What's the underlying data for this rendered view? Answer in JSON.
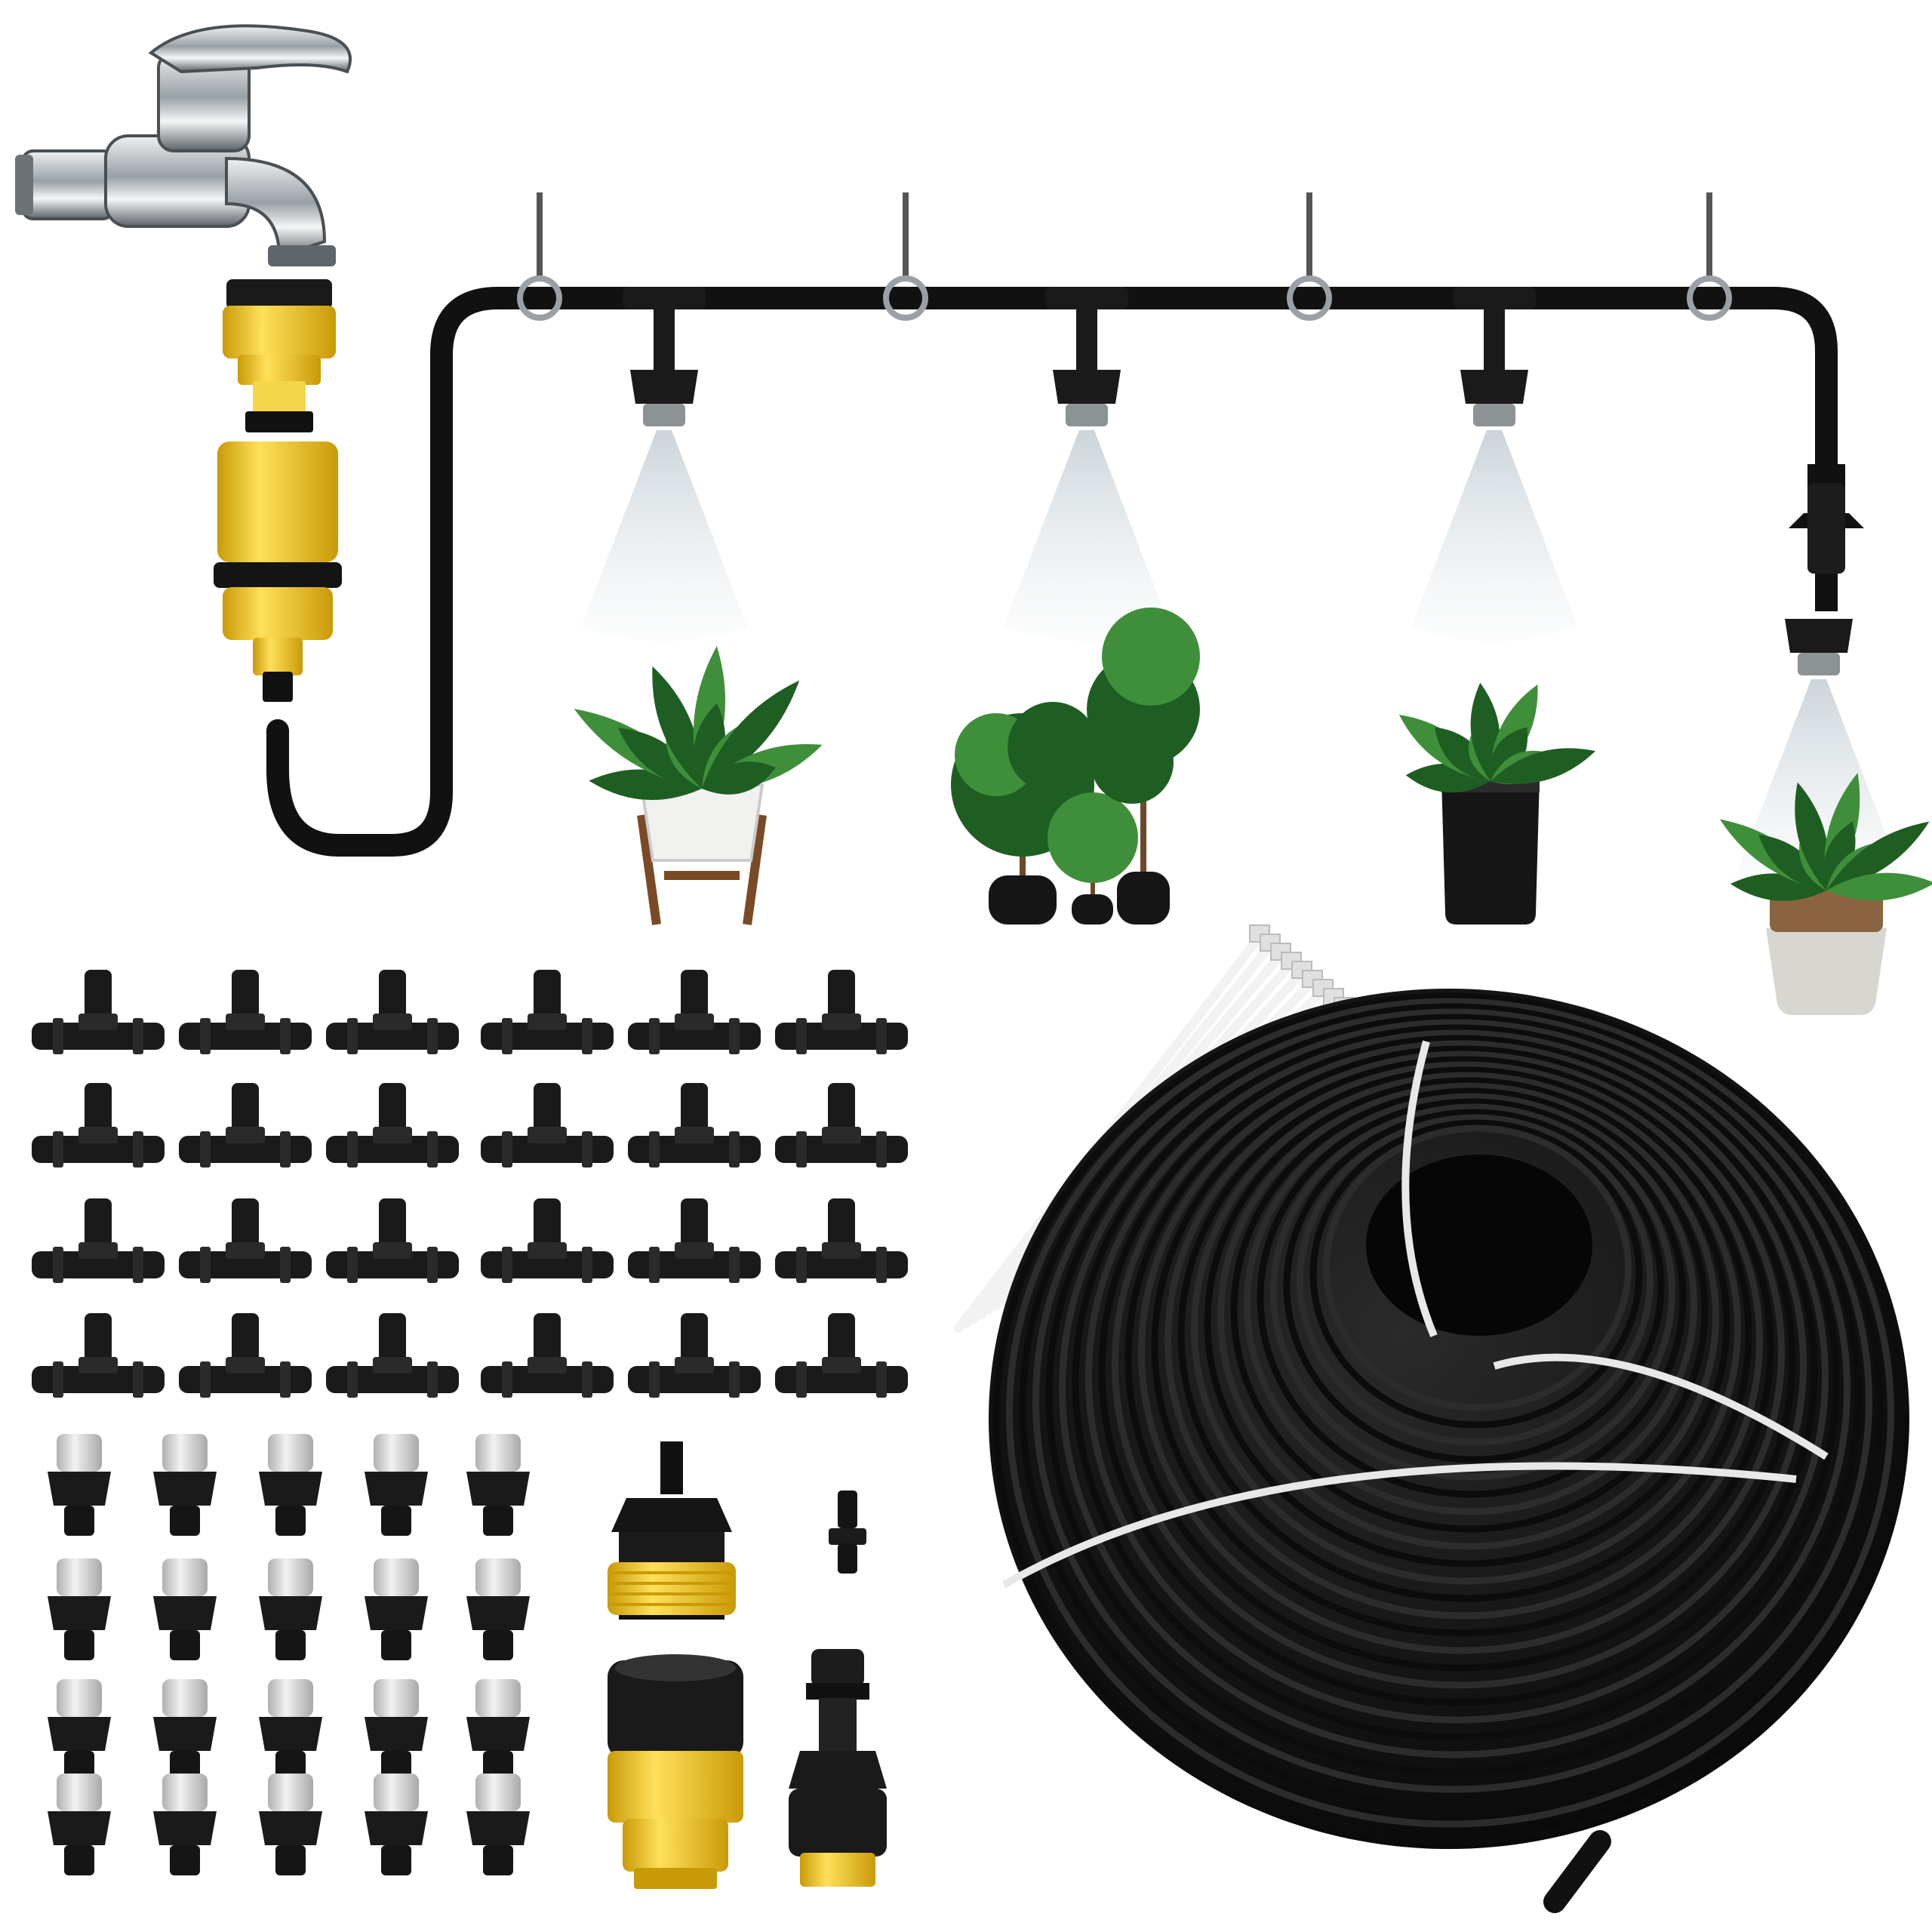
{
  "scene": {
    "description_free": true,
    "colors": {
      "background": "#ffffff",
      "tube": "#111111",
      "fitting": "#1a1a1a",
      "adapter_yellow": "#f2c81c",
      "adapter_yellow_dark": "#c99a08",
      "nozzle_cap": "#d9d9d9",
      "chrome": "#b8bcc0",
      "chrome_dark": "#5b6166",
      "leaf": "#3f8f3a",
      "leaf_dark": "#1f5e22",
      "pot_white": "#f1f1ef",
      "pot_black": "#161616",
      "pot_stone": "#d8d6d0",
      "wood": "#7a4a26",
      "mist": "#d6dde2",
      "cable_tie": "#f2f2f2"
    },
    "tee_fittings": {
      "rows": 4,
      "columns": 6
    },
    "mist_nozzles": {
      "rows": 4,
      "columns": 5
    },
    "hanging_hooks": 4,
    "spray_heads": 4
  }
}
